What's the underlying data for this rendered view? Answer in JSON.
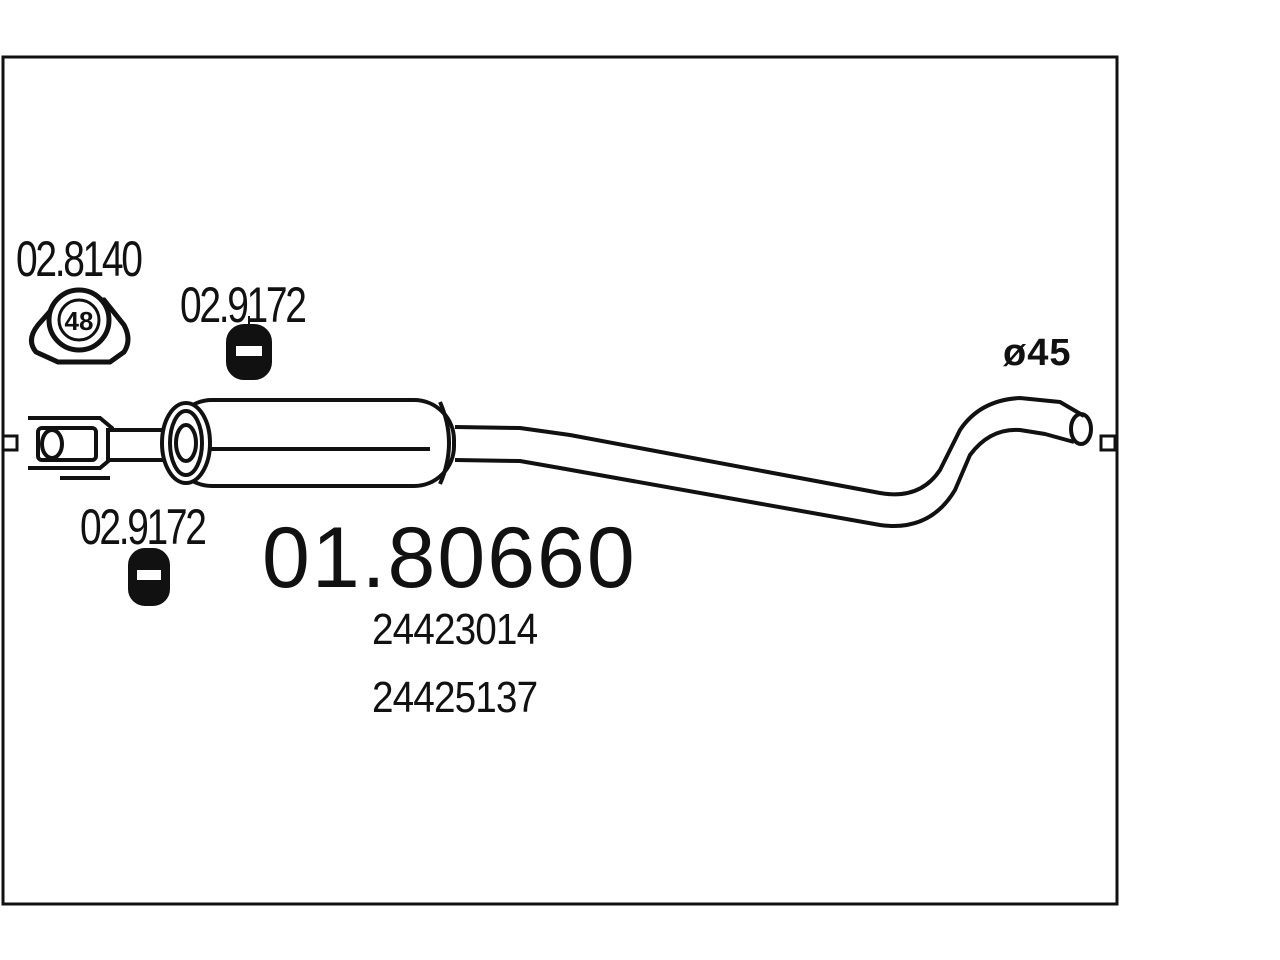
{
  "part_number": "01.80660",
  "oem_numbers": [
    "24423014",
    "24425137"
  ],
  "pipe_diameter_label": "ø45",
  "clamp": {
    "code": "02.8140",
    "size": "48"
  },
  "rubber_mount_top": {
    "code": "02.9172"
  },
  "rubber_mount_bottom": {
    "code": "02.9172"
  }
}
